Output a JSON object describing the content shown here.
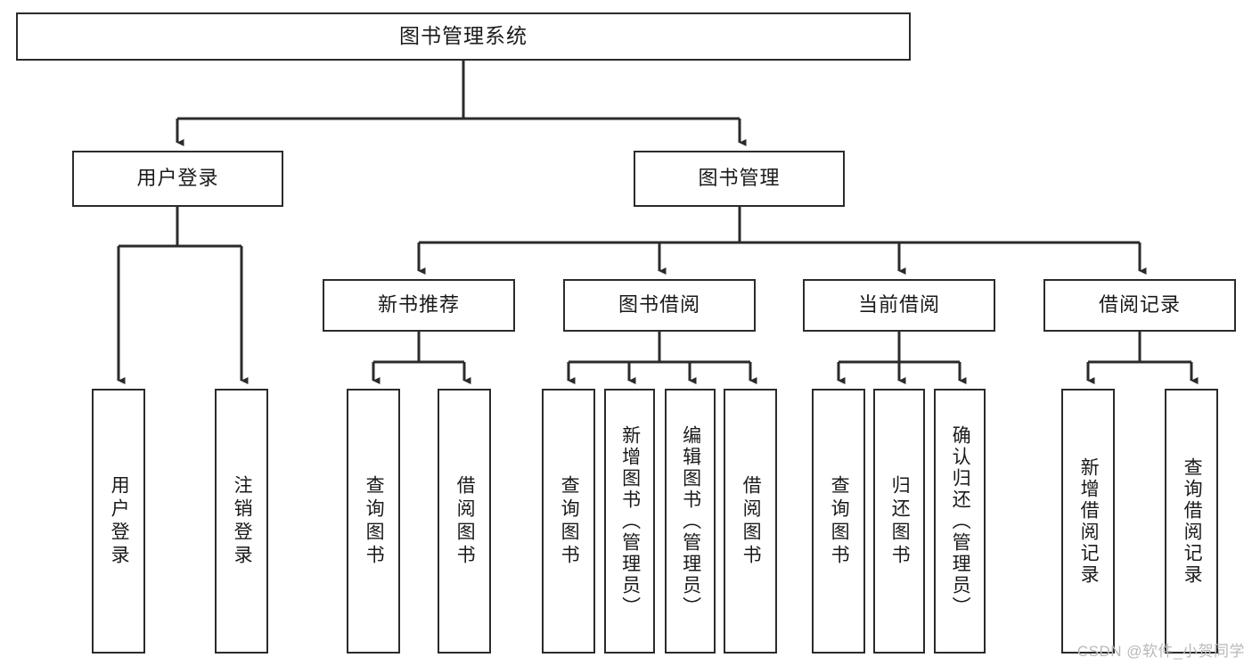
{
  "diagram": {
    "title": "图书管理系统",
    "type": "tree-hierarchy",
    "watermark": "CSDN @软件_小贺同学",
    "colors": {
      "box_border": "#2b2b2b",
      "box_fill": "#ffffff",
      "connector": "#2b2b2b",
      "text": "#1a1a1a",
      "watermark": "#b9b9b9",
      "background": "#ffffff"
    },
    "nodes": {
      "root": {
        "label": "图书管理系统"
      },
      "level2": [
        {
          "id": "user-login",
          "label": "用户登录"
        },
        {
          "id": "book-manage",
          "label": "图书管理"
        }
      ],
      "level3": [
        {
          "id": "new-book-recommend",
          "label": "新书推荐"
        },
        {
          "id": "book-borrow",
          "label": "图书借阅"
        },
        {
          "id": "current-borrow",
          "label": "当前借阅"
        },
        {
          "id": "borrow-record",
          "label": "借阅记录"
        }
      ],
      "leaves": {
        "user_login": [
          {
            "id": "leaf-user-login",
            "label": "用户登录"
          },
          {
            "id": "leaf-logout-login",
            "label": "注销登录"
          }
        ],
        "new_book_recommend": [
          {
            "id": "leaf-query-book-1",
            "label": "查询图书"
          },
          {
            "id": "leaf-borrow-book-1",
            "label": "借阅图书"
          }
        ],
        "book_borrow": [
          {
            "id": "leaf-query-book-2",
            "label": "查询图书"
          },
          {
            "id": "leaf-add-book",
            "label": "新增图书（管理员）"
          },
          {
            "id": "leaf-edit-book",
            "label": "编辑图书（管理员）"
          },
          {
            "id": "leaf-borrow-book-2",
            "label": "借阅图书"
          }
        ],
        "current_borrow": [
          {
            "id": "leaf-query-book-3",
            "label": "查询图书"
          },
          {
            "id": "leaf-return-book",
            "label": "归还图书"
          },
          {
            "id": "leaf-confirm-return",
            "label": "确认归还（管理员）"
          }
        ],
        "borrow_record": [
          {
            "id": "leaf-add-record",
            "label": "新增借阅记录"
          },
          {
            "id": "leaf-query-record",
            "label": "查询借阅记录"
          }
        ]
      }
    }
  }
}
